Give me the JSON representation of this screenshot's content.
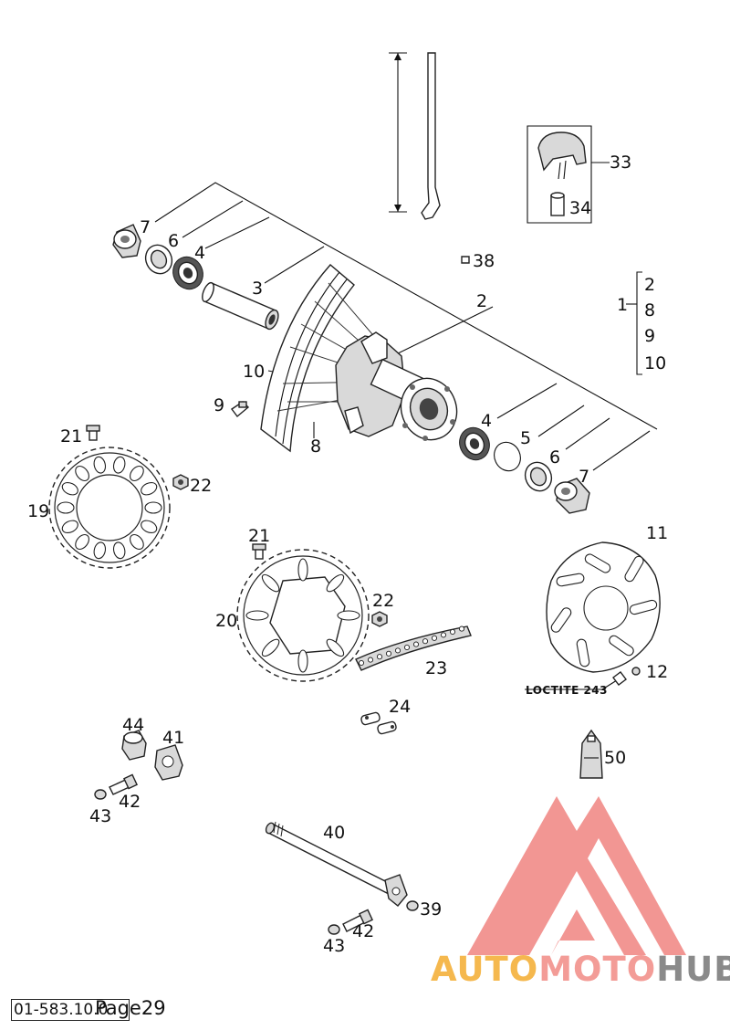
{
  "labels": {
    "p1": "1",
    "p2a": "2",
    "p2b": "2",
    "p3": "3",
    "p4a": "4",
    "p4b": "4",
    "p5": "5",
    "p6a": "6",
    "p6b": "6",
    "p7a": "7",
    "p7b": "7",
    "p8a": "8",
    "p8b": "8",
    "p9a": "9",
    "p9b": "9",
    "p10a": "10",
    "p10b": "10",
    "p11": "11",
    "p12": "12",
    "p19": "19",
    "p20": "20",
    "p21a": "21",
    "p21b": "21",
    "p22a": "22",
    "p22b": "22",
    "p23": "23",
    "p24": "24",
    "p33": "33",
    "p34": "34",
    "p38": "38",
    "p39": "39",
    "p40": "40",
    "p41": "41",
    "p42a": "42",
    "p42b": "42",
    "p43a": "43",
    "p43b": "43",
    "p44": "44",
    "p50": "50"
  },
  "loctite": "LOCTITE 243",
  "footer": {
    "code": "01-583.10.0",
    "page": "Page29"
  },
  "watermark": {
    "part1": "AUTO",
    "part2": "MOTO",
    "part3": "HUB"
  },
  "colors": {
    "watermark_red": "#e8403a",
    "watermark_orange": "#f5b84e",
    "watermark_gray": "#8a8a8a"
  }
}
